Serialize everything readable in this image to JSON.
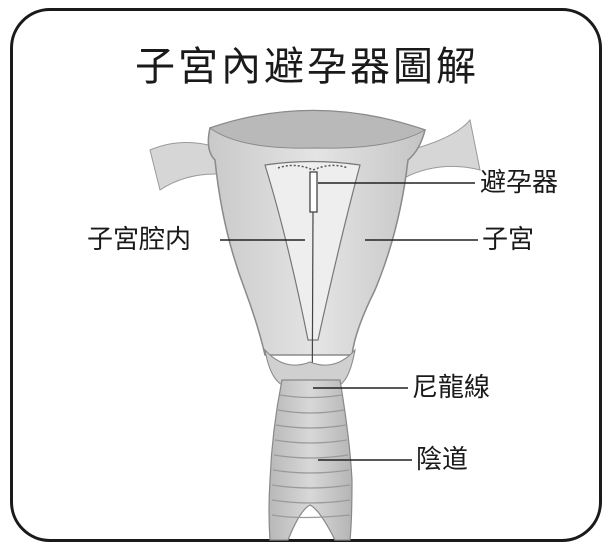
{
  "title": "子宮內避孕器圖解",
  "labels": {
    "iud": "避孕器",
    "uterine_cavity": "子宮腔内",
    "uterus": "子宮",
    "nylon_string": "尼龍線",
    "vagina": "陰道"
  }
}
